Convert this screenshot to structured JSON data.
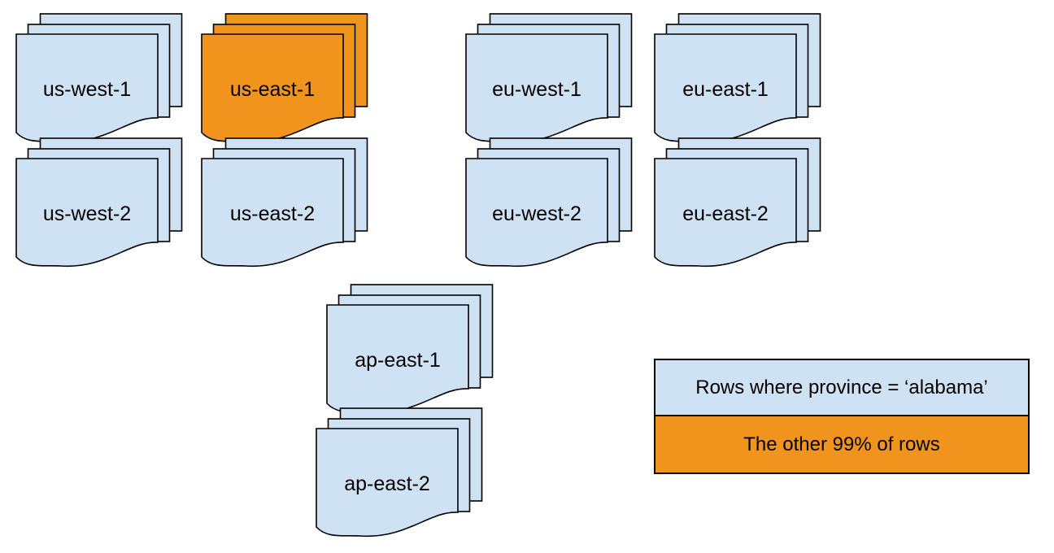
{
  "diagram": {
    "description": "Document stacks per cloud region with rows-distribution legend",
    "colors": {
      "sheet_blue": "#cfe2f3",
      "sheet_orange": "#f0941e",
      "stroke": "#000000",
      "background": "#ffffff"
    },
    "stacks": [
      {
        "id": "us-west-1",
        "label": "us-west-1",
        "variant": "blue"
      },
      {
        "id": "us-east-1",
        "label": "us-east-1",
        "variant": "orange"
      },
      {
        "id": "eu-west-1",
        "label": "eu-west-1",
        "variant": "blue"
      },
      {
        "id": "eu-east-1",
        "label": "eu-east-1",
        "variant": "blue"
      },
      {
        "id": "us-west-2",
        "label": "us-west-2",
        "variant": "blue"
      },
      {
        "id": "us-east-2",
        "label": "us-east-2",
        "variant": "blue"
      },
      {
        "id": "eu-west-2",
        "label": "eu-west-2",
        "variant": "blue"
      },
      {
        "id": "eu-east-2",
        "label": "eu-east-2",
        "variant": "blue"
      },
      {
        "id": "ap-east-1",
        "label": "ap-east-1",
        "variant": "blue"
      },
      {
        "id": "ap-east-2",
        "label": "ap-east-2",
        "variant": "blue"
      }
    ],
    "legend": {
      "items": [
        {
          "label": "Rows where province = ‘alabama’",
          "variant": "blue",
          "color": "#cfe2f3"
        },
        {
          "label": "The other 99% of rows",
          "variant": "orange",
          "color": "#f0941e"
        }
      ]
    }
  }
}
